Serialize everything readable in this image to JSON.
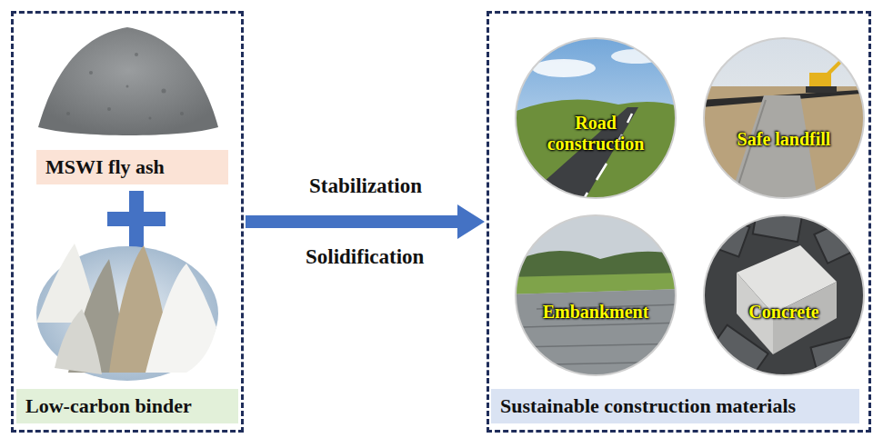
{
  "diagram": {
    "nodes": [
      {
        "text": [
          "MSWI fly ash",
          "Low-carbon binder"
        ]
      },
      {
        "text": [
          "Sustainable construction materials"
        ]
      },
      {
        "text": [
          "Road construction"
        ],
        "in": 1
      },
      {
        "text": [
          "Safe landfill"
        ],
        "in": 1
      },
      {
        "text": [
          "Embankment"
        ],
        "in": 1
      },
      {
        "text": [
          "Concrete"
        ],
        "in": 1
      }
    ],
    "edges": [
      {
        "from": 0,
        "to": 1,
        "arrow": "to"
      }
    ],
    "labels": [
      "Stabilization",
      "Solidification"
    ]
  }
}
